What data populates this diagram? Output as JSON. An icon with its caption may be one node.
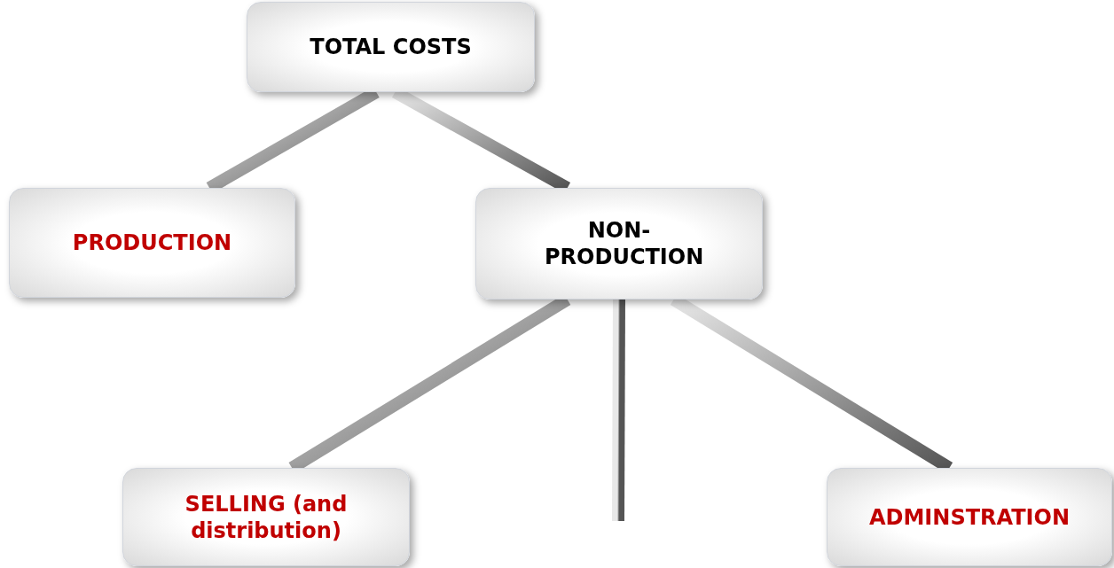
{
  "diagram": {
    "nodes": [
      {
        "text": [
          "TOTAL COSTS"
        ]
      },
      {
        "text": [
          "PRODUCTION"
        ]
      },
      {
        "text": [
          "NON- PRODUCTION"
        ]
      },
      {
        "text": [
          "SELLING (and distribution)"
        ]
      },
      {
        "text": [
          "ADMINSTRATION"
        ]
      }
    ],
    "edges": [
      {
        "from": 0,
        "to": 1,
        "arrow": "none",
        "style": "thick"
      },
      {
        "from": 0,
        "to": 2,
        "arrow": "none",
        "style": "thick"
      },
      {
        "from": 2,
        "to": 3,
        "arrow": "none",
        "style": "thick"
      },
      {
        "from": 2,
        "to": null,
        "arrow": "none",
        "style": "thick"
      },
      {
        "from": 2,
        "to": 4,
        "arrow": "none",
        "style": "thick"
      }
    ]
  }
}
